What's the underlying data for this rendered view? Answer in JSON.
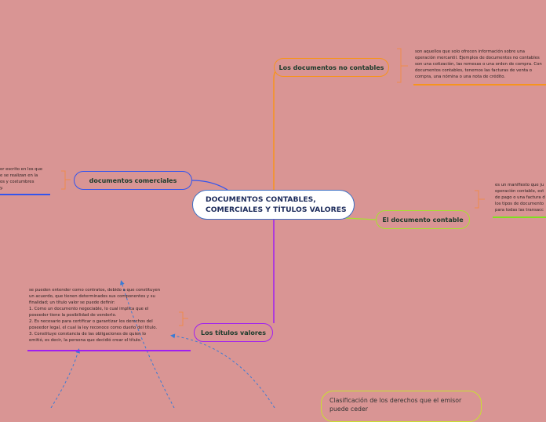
{
  "central": {
    "title_line1": "DOCUMENTOS CONTABLES,",
    "title_line2": "COMERCIALES Y TÍTULOS VALORES"
  },
  "branches": {
    "no_contables": {
      "label": "Los documentos no contables",
      "color": "#f7941d",
      "note": "son aquellos que solo ofrecen información sobre una\noperación mercantil. Ejemplos de documentos no contables\nson una cotización, las remesas o una orden de compra. Con\ndocumentos contables, tenemos las facturas de venta o\ncompra, una nómina o una nota de crédito."
    },
    "comerciales": {
      "label": "documentos comerciales",
      "color": "#3355ee",
      "note": "or escrito en los que\ne se realizan en la\nos y costumbres\ny."
    },
    "contable": {
      "label": "El documento contable",
      "color": "#a6e22e",
      "note": "es un manifiesto que ju\noperación contable, est\nde pago o una factura d\nlos tipos de documento\npara todas las transacc"
    },
    "titulos": {
      "label": "Los títulos valores",
      "color": "#a020f0",
      "note": "se pueden entender como contratos, debido a que constituyen\nun acuerdo, que tienen determinados sus componentes y su\nfinalidad; un título valor se puede definir:\n1.     Como un documento negociable, lo cual implica que el\nposeedor tiene la posibilidad de venderlo.\n2.     Es necesario para certificar o garantizar los derechos del\nposeedor legal, el cual la ley reconoce como dueño del título.\n3.     Constituye constancia de las obligaciones de quien lo\nemitió, es decir, la persona que decidió crear el título."
    }
  },
  "bottom_box": {
    "label": "Clasificación de los derechos que el emisor puede ceder",
    "color": "#c8e030"
  },
  "colors": {
    "background": "#d99594",
    "bracket": "#f08a4b",
    "dashed_arrows": "#3a7bd5"
  }
}
